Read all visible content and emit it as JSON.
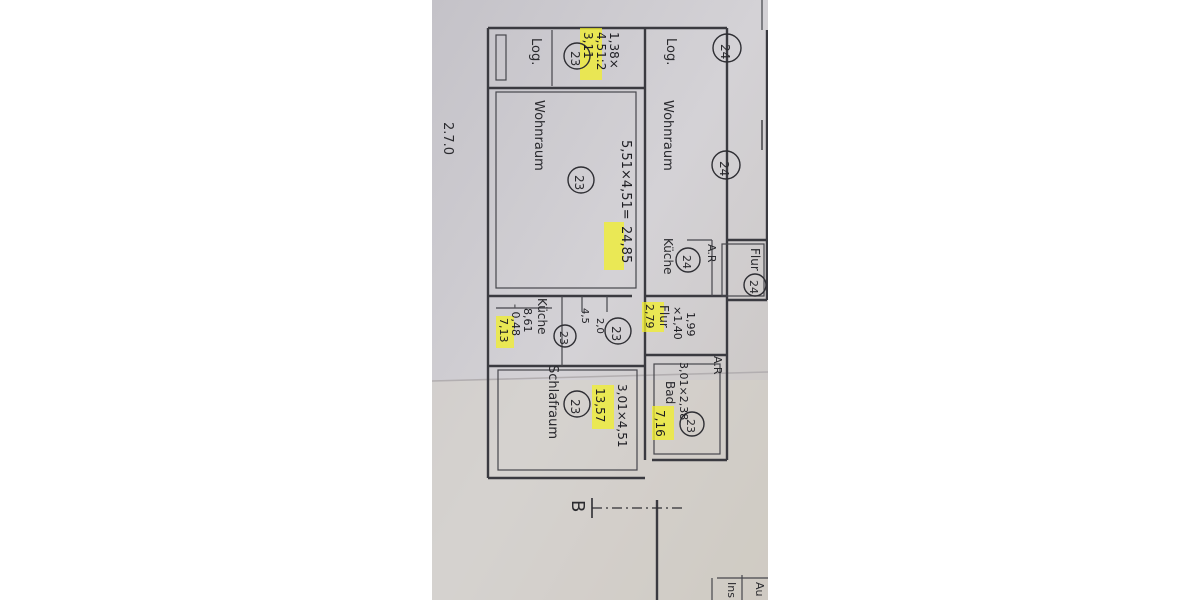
{
  "rooms": {
    "log_top": "Log.",
    "log_bottom": "Log.",
    "wohnraum_top": "Wohnraum",
    "wohnraum_bottom": "Wohnraum",
    "kueche_top": "Küche",
    "kueche_bottom": "Küche",
    "flur_center": "Flur",
    "flur_right": "Flur",
    "bad": "Bad",
    "schlafraum": "Schlafraum",
    "ar_top": "A.R",
    "ar_bottom": "A.R"
  },
  "unit_numbers": {
    "u24_log": "24",
    "u23_log": "23",
    "u24_wohn": "24",
    "u23_wohn": "23",
    "u24_kueche": "24",
    "u24_flur": "24",
    "u23_kueche": "23",
    "u23_flur": "23",
    "u23_bad": "23",
    "u23_schlaf": "23"
  },
  "handwritten": {
    "log_calc_1": "1,38×",
    "log_calc_2": "4,51:2",
    "log_calc_3": "3,11",
    "wohn_calc": "5,51×4,51=",
    "wohn_result": "24,85",
    "kueche_calc_1": "8,61",
    "kueche_calc_2": "- 0,48",
    "kueche_result": "7,13",
    "kueche_small": "4,5",
    "flur_calc_1": "1,99",
    "flur_calc_2": "×1,40",
    "flur_result": "2,79",
    "flur_small": "2,0",
    "bad_calc": "3,01×2,38",
    "bad_result": "7,16",
    "schlaf_calc": "3,01×4,51",
    "schlaf_result": "13,57"
  },
  "section_marker": "B",
  "edge_text": {
    "top_left": "2.7.0",
    "bottom_a": "Au",
    "bottom_b": "Ins"
  }
}
